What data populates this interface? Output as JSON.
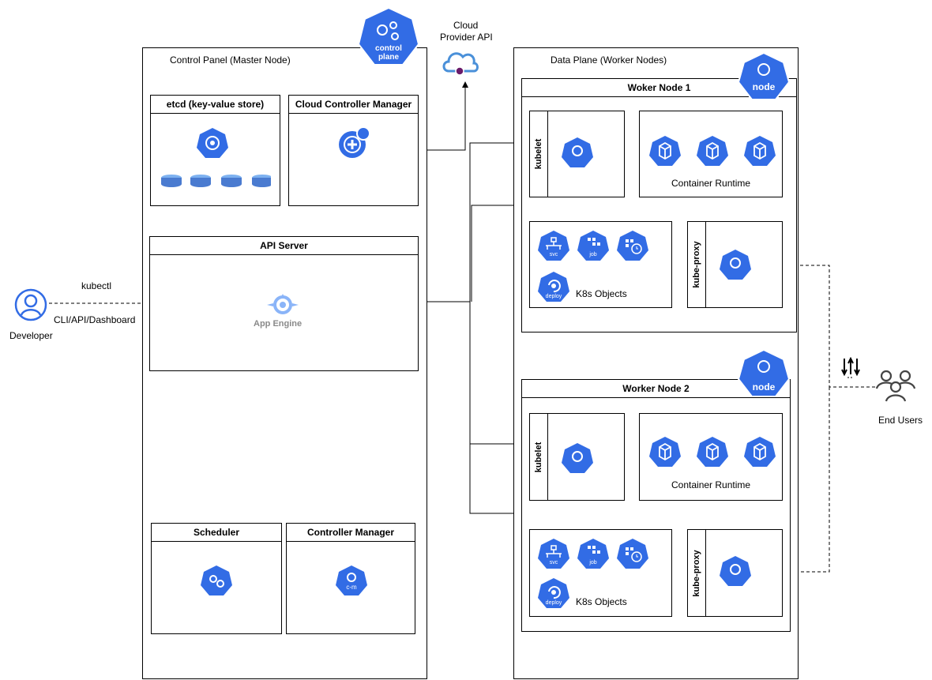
{
  "control_panel": {
    "title": "Control Panel (Master Node)",
    "badge": "control\nplane"
  },
  "cloud_api": {
    "label_line1": "Cloud",
    "label_line2": "Provider API"
  },
  "data_plane": {
    "title": "Data Plane (Worker Nodes)"
  },
  "etcd": {
    "title": "etcd (key-value store)"
  },
  "ccm": {
    "title": "Cloud Controller Manager"
  },
  "api_server": {
    "title": "API Server",
    "engine_label": "App Engine"
  },
  "scheduler": {
    "title": "Scheduler"
  },
  "controller_manager": {
    "title": "Controller Manager",
    "icon_text": "c-m"
  },
  "developer": {
    "label": "Developer",
    "arrow_top": "kubectl",
    "arrow_bottom": "CLI/API/Dashboard"
  },
  "end_users": {
    "label": "End Users"
  },
  "worker1": {
    "title": "Woker Node 1",
    "badge": "node",
    "kubelet": "kubelet",
    "runtime": "Container Runtime",
    "objects": "K8s Objects",
    "kube_proxy": "kube-proxy",
    "obj_icons": [
      "svc",
      "job",
      "",
      "deploy"
    ]
  },
  "worker2": {
    "title": "Worker Node 2",
    "badge": "node",
    "kubelet": "kubelet",
    "runtime": "Container Runtime",
    "objects": "K8s Objects",
    "kube_proxy": "kube-proxy",
    "obj_icons": [
      "svc",
      "job",
      "",
      "deploy"
    ]
  },
  "colors": {
    "k8s_blue": "#326ce5",
    "line": "#000000",
    "cloud": "#4a90d9",
    "accent": "#6a1b6a"
  }
}
